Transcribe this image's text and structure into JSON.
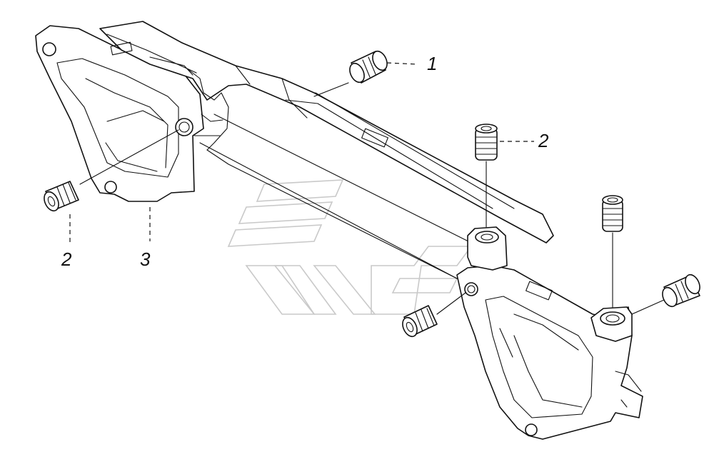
{
  "diagram": {
    "callouts": [
      {
        "id": "c1",
        "label": "1"
      },
      {
        "id": "c2a",
        "label": "2"
      },
      {
        "id": "c2b",
        "label": "2"
      },
      {
        "id": "c3",
        "label": "3"
      }
    ]
  },
  "colors": {
    "ink": "#111111",
    "watermark": "#c9c9c9",
    "background": "#ffffff"
  }
}
